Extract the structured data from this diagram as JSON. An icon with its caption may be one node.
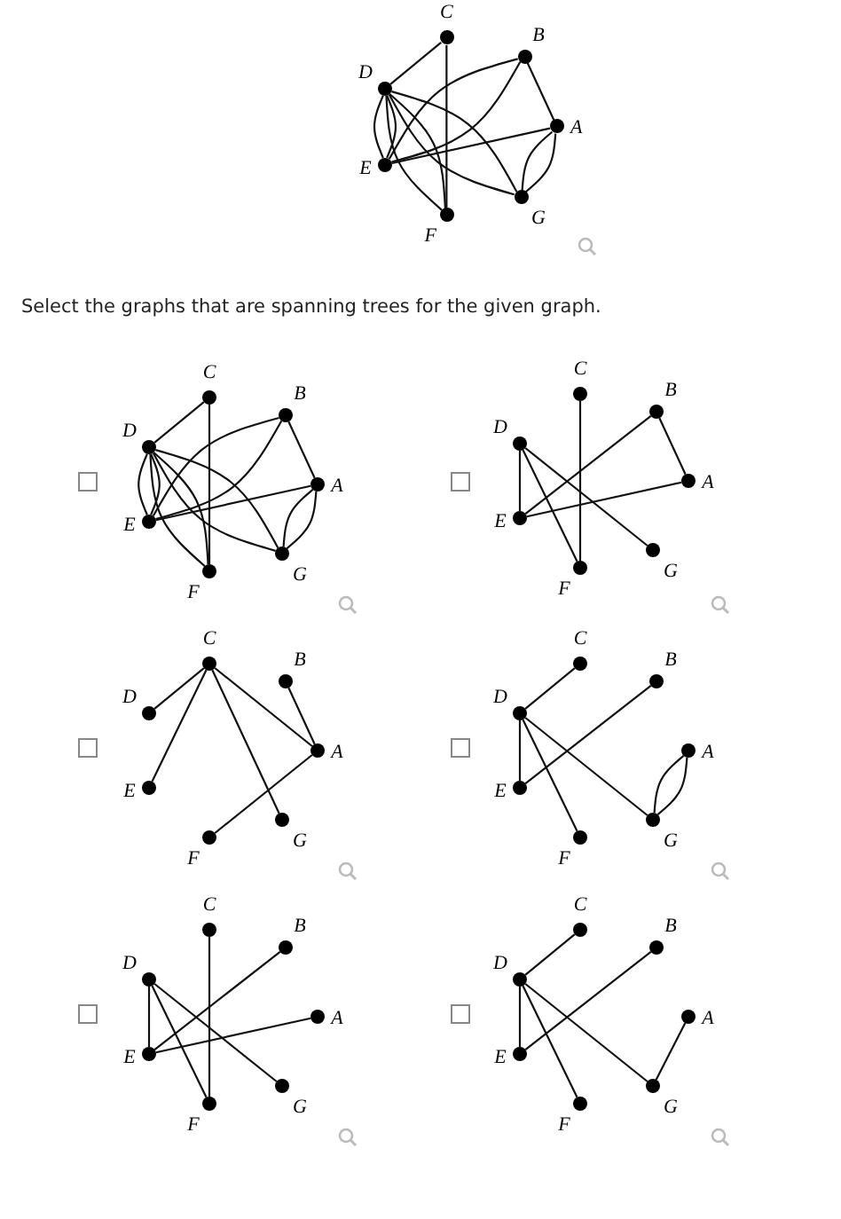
{
  "diagram": {
    "nodes": [
      {
        "text": [
          "C"
        ]
      },
      {
        "text": [
          "B"
        ]
      },
      {
        "text": [
          "D"
        ]
      },
      {
        "text": [
          "A"
        ]
      },
      {
        "text": [
          "E"
        ]
      },
      {
        "text": [
          "G"
        ]
      },
      {
        "text": [
          "F"
        ]
      },
      {
        "text": [
          "C"
        ]
      },
      {
        "text": [
          "B"
        ]
      },
      {
        "text": [
          "D"
        ]
      },
      {
        "text": [
          "A"
        ]
      },
      {
        "text": [
          "E"
        ]
      },
      {
        "text": [
          "G"
        ]
      },
      {
        "text": [
          "F"
        ]
      },
      {
        "text": [
          "C"
        ]
      },
      {
        "text": [
          "B"
        ]
      },
      {
        "text": [
          "D"
        ]
      },
      {
        "text": [
          "A"
        ]
      },
      {
        "text": [
          "E"
        ]
      },
      {
        "text": [
          "G"
        ]
      },
      {
        "text": [
          "F"
        ]
      },
      {
        "text": [
          "C"
        ]
      },
      {
        "text": [
          "B"
        ]
      },
      {
        "text": [
          "D"
        ]
      },
      {
        "text": [
          "A"
        ]
      },
      {
        "text": [
          "E"
        ]
      },
      {
        "text": [
          "G"
        ]
      },
      {
        "text": [
          "F"
        ]
      },
      {
        "text": [
          "C"
        ]
      },
      {
        "text": [
          "B"
        ]
      },
      {
        "text": [
          "D"
        ]
      },
      {
        "text": [
          "A"
        ]
      },
      {
        "text": [
          "E"
        ]
      },
      {
        "text": [
          "G"
        ]
      },
      {
        "text": [
          "F"
        ]
      },
      {
        "text": [
          "C"
        ]
      },
      {
        "text": [
          "B"
        ]
      },
      {
        "text": [
          "D"
        ]
      },
      {
        "text": [
          "A"
        ]
      },
      {
        "text": [
          "E"
        ]
      },
      {
        "text": [
          "G"
        ]
      },
      {
        "text": [
          "F"
        ]
      },
      {
        "text": [
          "C"
        ]
      },
      {
        "text": [
          "B"
        ]
      },
      {
        "text": [
          "D"
        ]
      },
      {
        "text": [
          "A"
        ]
      },
      {
        "text": [
          "E"
        ]
      },
      {
        "text": [
          "G"
        ]
      },
      {
        "text": [
          "F"
        ]
      }
    ],
    "edges": [
      {
        "from": 2,
        "to": 0,
        "arrow": "none"
      },
      {
        "from": 0,
        "to": 6,
        "arrow": "none"
      },
      {
        "from": 2,
        "to": 4,
        "arrow": "none"
      },
      {
        "from": 2,
        "to": 4,
        "arrow": "none"
      },
      {
        "from": 2,
        "to": 6,
        "arrow": "none"
      },
      {
        "from": 2,
        "to": 6,
        "arrow": "none"
      },
      {
        "from": 2,
        "to": 5,
        "arrow": "none"
      },
      {
        "from": 2,
        "to": 5,
        "arrow": "none"
      },
      {
        "from": 4,
        "to": 1,
        "arrow": "none"
      },
      {
        "from": 4,
        "to": 1,
        "arrow": "none"
      },
      {
        "from": 4,
        "to": 3,
        "arrow": "none"
      },
      {
        "from": 1,
        "to": 3,
        "arrow": "none"
      },
      {
        "from": 3,
        "to": 5,
        "arrow": "none"
      },
      {
        "from": 3,
        "to": 5,
        "arrow": "none"
      },
      {
        "from": 9,
        "to": 7,
        "arrow": "none"
      },
      {
        "from": 7,
        "to": 13,
        "arrow": "none"
      },
      {
        "from": 9,
        "to": 11,
        "arrow": "none"
      },
      {
        "from": 9,
        "to": 11,
        "arrow": "none"
      },
      {
        "from": 9,
        "to": 13,
        "arrow": "none"
      },
      {
        "from": 9,
        "to": 13,
        "arrow": "none"
      },
      {
        "from": 9,
        "to": 12,
        "arrow": "none"
      },
      {
        "from": 9,
        "to": 12,
        "arrow": "none"
      },
      {
        "from": 11,
        "to": 8,
        "arrow": "none"
      },
      {
        "from": 11,
        "to": 8,
        "arrow": "none"
      },
      {
        "from": 11,
        "to": 10,
        "arrow": "none"
      },
      {
        "from": 8,
        "to": 10,
        "arrow": "none"
      },
      {
        "from": 10,
        "to": 12,
        "arrow": "none"
      },
      {
        "from": 10,
        "to": 12,
        "arrow": "none"
      },
      {
        "from": 14,
        "to": 20,
        "arrow": "none"
      },
      {
        "from": 16,
        "to": 18,
        "arrow": "none"
      },
      {
        "from": 16,
        "to": 20,
        "arrow": "none"
      },
      {
        "from": 16,
        "to": 19,
        "arrow": "none"
      },
      {
        "from": 18,
        "to": 15,
        "arrow": "none"
      },
      {
        "from": 15,
        "to": 17,
        "arrow": "none"
      },
      {
        "from": 18,
        "to": 17,
        "arrow": "none"
      },
      {
        "from": 21,
        "to": 23,
        "arrow": "none"
      },
      {
        "from": 21,
        "to": 25,
        "arrow": "none"
      },
      {
        "from": 21,
        "to": 24,
        "arrow": "none"
      },
      {
        "from": 21,
        "to": 26,
        "arrow": "none"
      },
      {
        "from": 22,
        "to": 24,
        "arrow": "none"
      },
      {
        "from": 24,
        "to": 27,
        "arrow": "none"
      },
      {
        "from": 30,
        "to": 28,
        "arrow": "none"
      },
      {
        "from": 30,
        "to": 32,
        "arrow": "none"
      },
      {
        "from": 30,
        "to": 34,
        "arrow": "none"
      },
      {
        "from": 30,
        "to": 33,
        "arrow": "none"
      },
      {
        "from": 32,
        "to": 29,
        "arrow": "none"
      },
      {
        "from": 33,
        "to": 31,
        "arrow": "none"
      },
      {
        "from": 33,
        "to": 31,
        "arrow": "none"
      },
      {
        "from": 35,
        "to": 41,
        "arrow": "none"
      },
      {
        "from": 37,
        "to": 39,
        "arrow": "none"
      },
      {
        "from": 37,
        "to": 41,
        "arrow": "none"
      },
      {
        "from": 37,
        "to": 40,
        "arrow": "none"
      },
      {
        "from": 39,
        "to": 36,
        "arrow": "none"
      },
      {
        "from": 39,
        "to": 38,
        "arrow": "none"
      },
      {
        "from": 44,
        "to": 42,
        "arrow": "none"
      },
      {
        "from": 44,
        "to": 46,
        "arrow": "none"
      },
      {
        "from": 44,
        "to": 48,
        "arrow": "none"
      },
      {
        "from": 44,
        "to": 47,
        "arrow": "none"
      },
      {
        "from": 46,
        "to": 43,
        "arrow": "none"
      },
      {
        "from": 47,
        "to": 45,
        "arrow": "none"
      }
    ],
    "labels": [
      "Select the graphs that are spanning trees for the given graph."
    ]
  }
}
